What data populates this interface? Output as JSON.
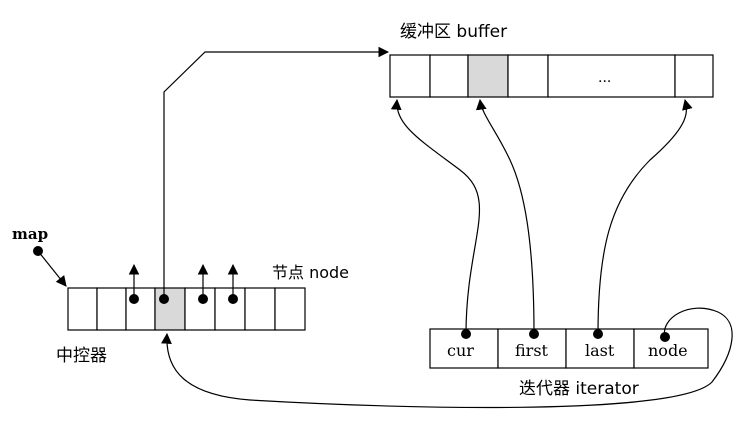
{
  "labels": {
    "buffer": "缓冲区 buffer",
    "buffer_ellipsis": "...",
    "map": "map",
    "node": "节点 node",
    "controller": "中控器",
    "iterator": "迭代器 iterator"
  },
  "iterator_fields": [
    {
      "label": "cur"
    },
    {
      "label": "first"
    },
    {
      "label": "last"
    },
    {
      "label": "node"
    }
  ],
  "colors": {
    "line": "#000000",
    "shaded_cell": "#d9d9d9",
    "background": "#ffffff"
  }
}
